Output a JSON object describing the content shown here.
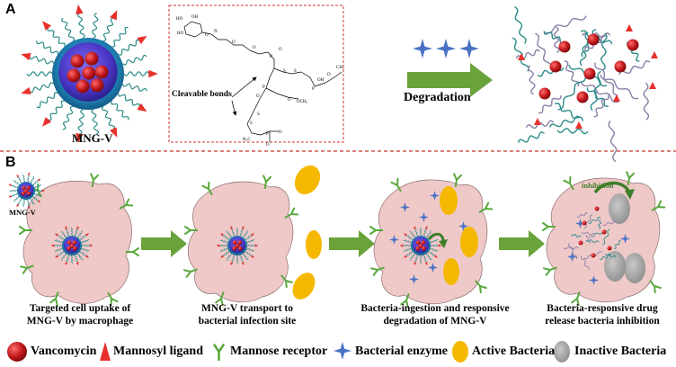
{
  "panel_a": {
    "letter": "A",
    "nanogel_label": "MNG-V",
    "cleavable_label": "Cleavable bonds",
    "degradation_label": "Degradation"
  },
  "panel_b": {
    "letter": "B",
    "mini_label": "MNG-V",
    "inhibition_label": "inhibition",
    "steps": [
      {
        "line1": "Targeted cell uptake of",
        "line2": "MNG-V by macrophage"
      },
      {
        "line1": "MNG-V transport  to",
        "line2": "bacterial infection site"
      },
      {
        "line1": "Bacteria-ingestion and responsive",
        "line2": "degradation  of MNG-V"
      },
      {
        "line1": "Bacteria-responsive drug",
        "line2": "release bacteria inhibition"
      }
    ]
  },
  "legend": [
    {
      "label": "Vancomycin",
      "icon": "red-circle-icon"
    },
    {
      "label": "Mannosyl ligand",
      "icon": "red-triangle-icon"
    },
    {
      "label": "Mannose receptor",
      "icon": "green-y-receptor-icon"
    },
    {
      "label": "Bacterial enzyme",
      "icon": "blue-star-icon"
    },
    {
      "label": "Active Bacteria",
      "icon": "yellow-oval-icon"
    },
    {
      "label": "Inactive Bacteria",
      "icon": "gray-oval-icon"
    }
  ],
  "colors": {
    "vancomycin": "#c0171b",
    "mannosyl": "#e8302a",
    "receptor": "#59a83c",
    "enzyme": "#4a72c4",
    "active_bacteria": "#f5b800",
    "inactive_bacteria": "#a0a0a0",
    "cell": "#efc8c8",
    "arrow": "#6aa33c",
    "divider": "#c0392b",
    "core": "#4a3cc8",
    "shell": "#1f6fa0",
    "chain": "#2b8c8a"
  }
}
